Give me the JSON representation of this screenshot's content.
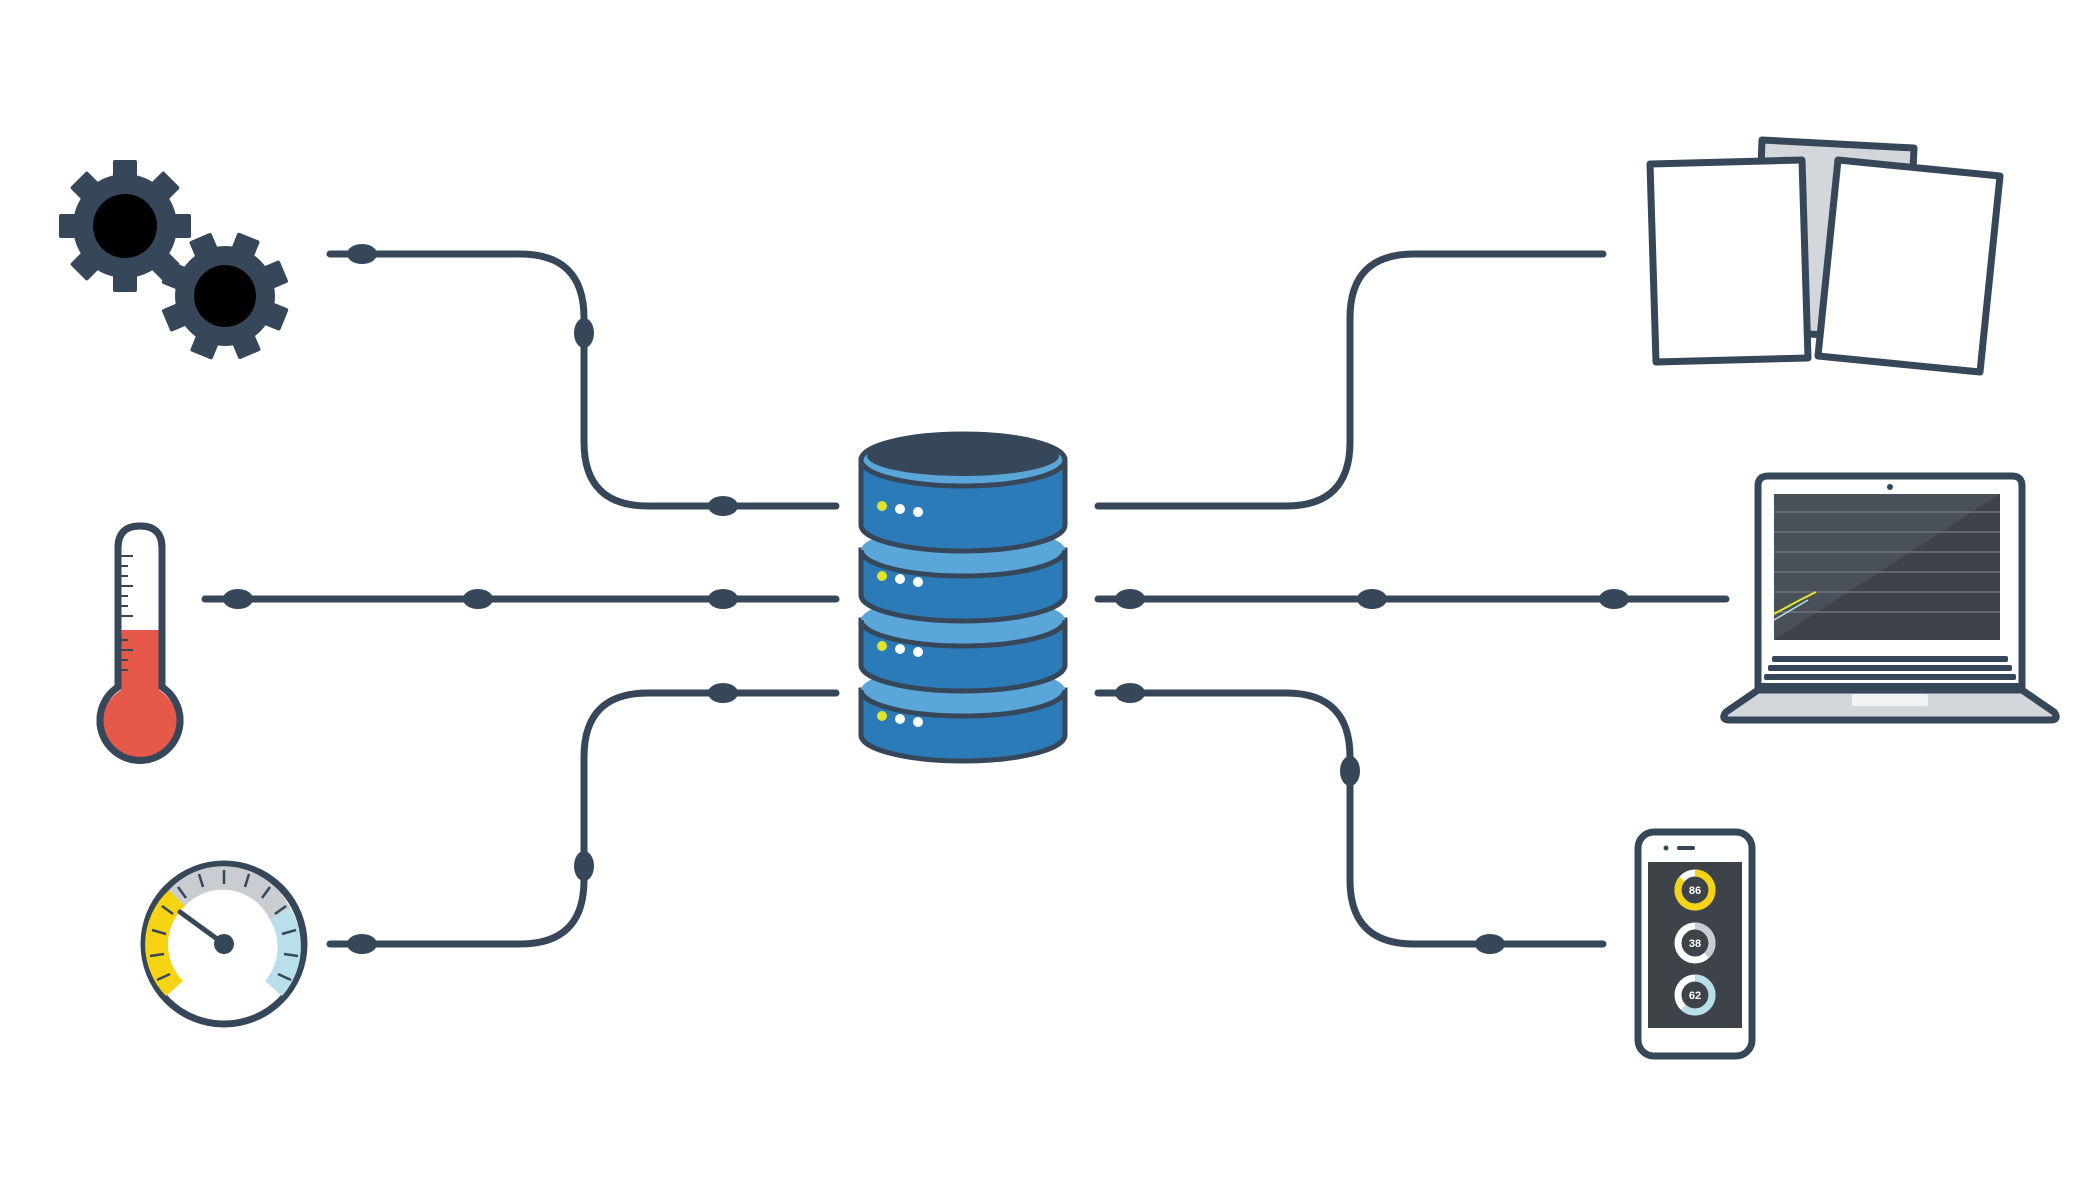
{
  "colors": {
    "line": "#36475a",
    "db_blue": "#2a7bb8",
    "db_light": "#5aa6d8",
    "db_top": "#36475a",
    "thermo_red": "#e5584a",
    "gauge_yellow": "#f6d313",
    "gauge_blue": "#b9e0ea",
    "paper_gray": "#d3d6da",
    "screen_dark": "#3e4349",
    "led_yellow": "#e2e42c"
  },
  "nodes": {
    "inputs": [
      {
        "id": "gears",
        "icon": "gears-icon"
      },
      {
        "id": "thermometer",
        "icon": "thermometer-icon"
      },
      {
        "id": "gauge",
        "icon": "gauge-icon"
      }
    ],
    "hub": {
      "id": "database",
      "icon": "database-icon"
    },
    "outputs": [
      {
        "id": "documents",
        "icon": "documents-icon"
      },
      {
        "id": "laptop",
        "icon": "laptop-icon"
      },
      {
        "id": "smartphone",
        "icon": "smartphone-icon"
      }
    ]
  },
  "phone_dashboard": {
    "gauges": [
      {
        "label": "86",
        "level": 0.86,
        "color": "#f6d313"
      },
      {
        "label": "38",
        "level": 0.38,
        "color": "#c9cdd2"
      },
      {
        "label": "62",
        "level": 0.62,
        "color": "#b9e0ea"
      }
    ]
  },
  "connections": [
    {
      "from": "gears",
      "to": "database"
    },
    {
      "from": "thermometer",
      "to": "database"
    },
    {
      "from": "gauge",
      "to": "database"
    },
    {
      "from": "database",
      "to": "documents"
    },
    {
      "from": "database",
      "to": "laptop"
    },
    {
      "from": "database",
      "to": "smartphone"
    }
  ]
}
